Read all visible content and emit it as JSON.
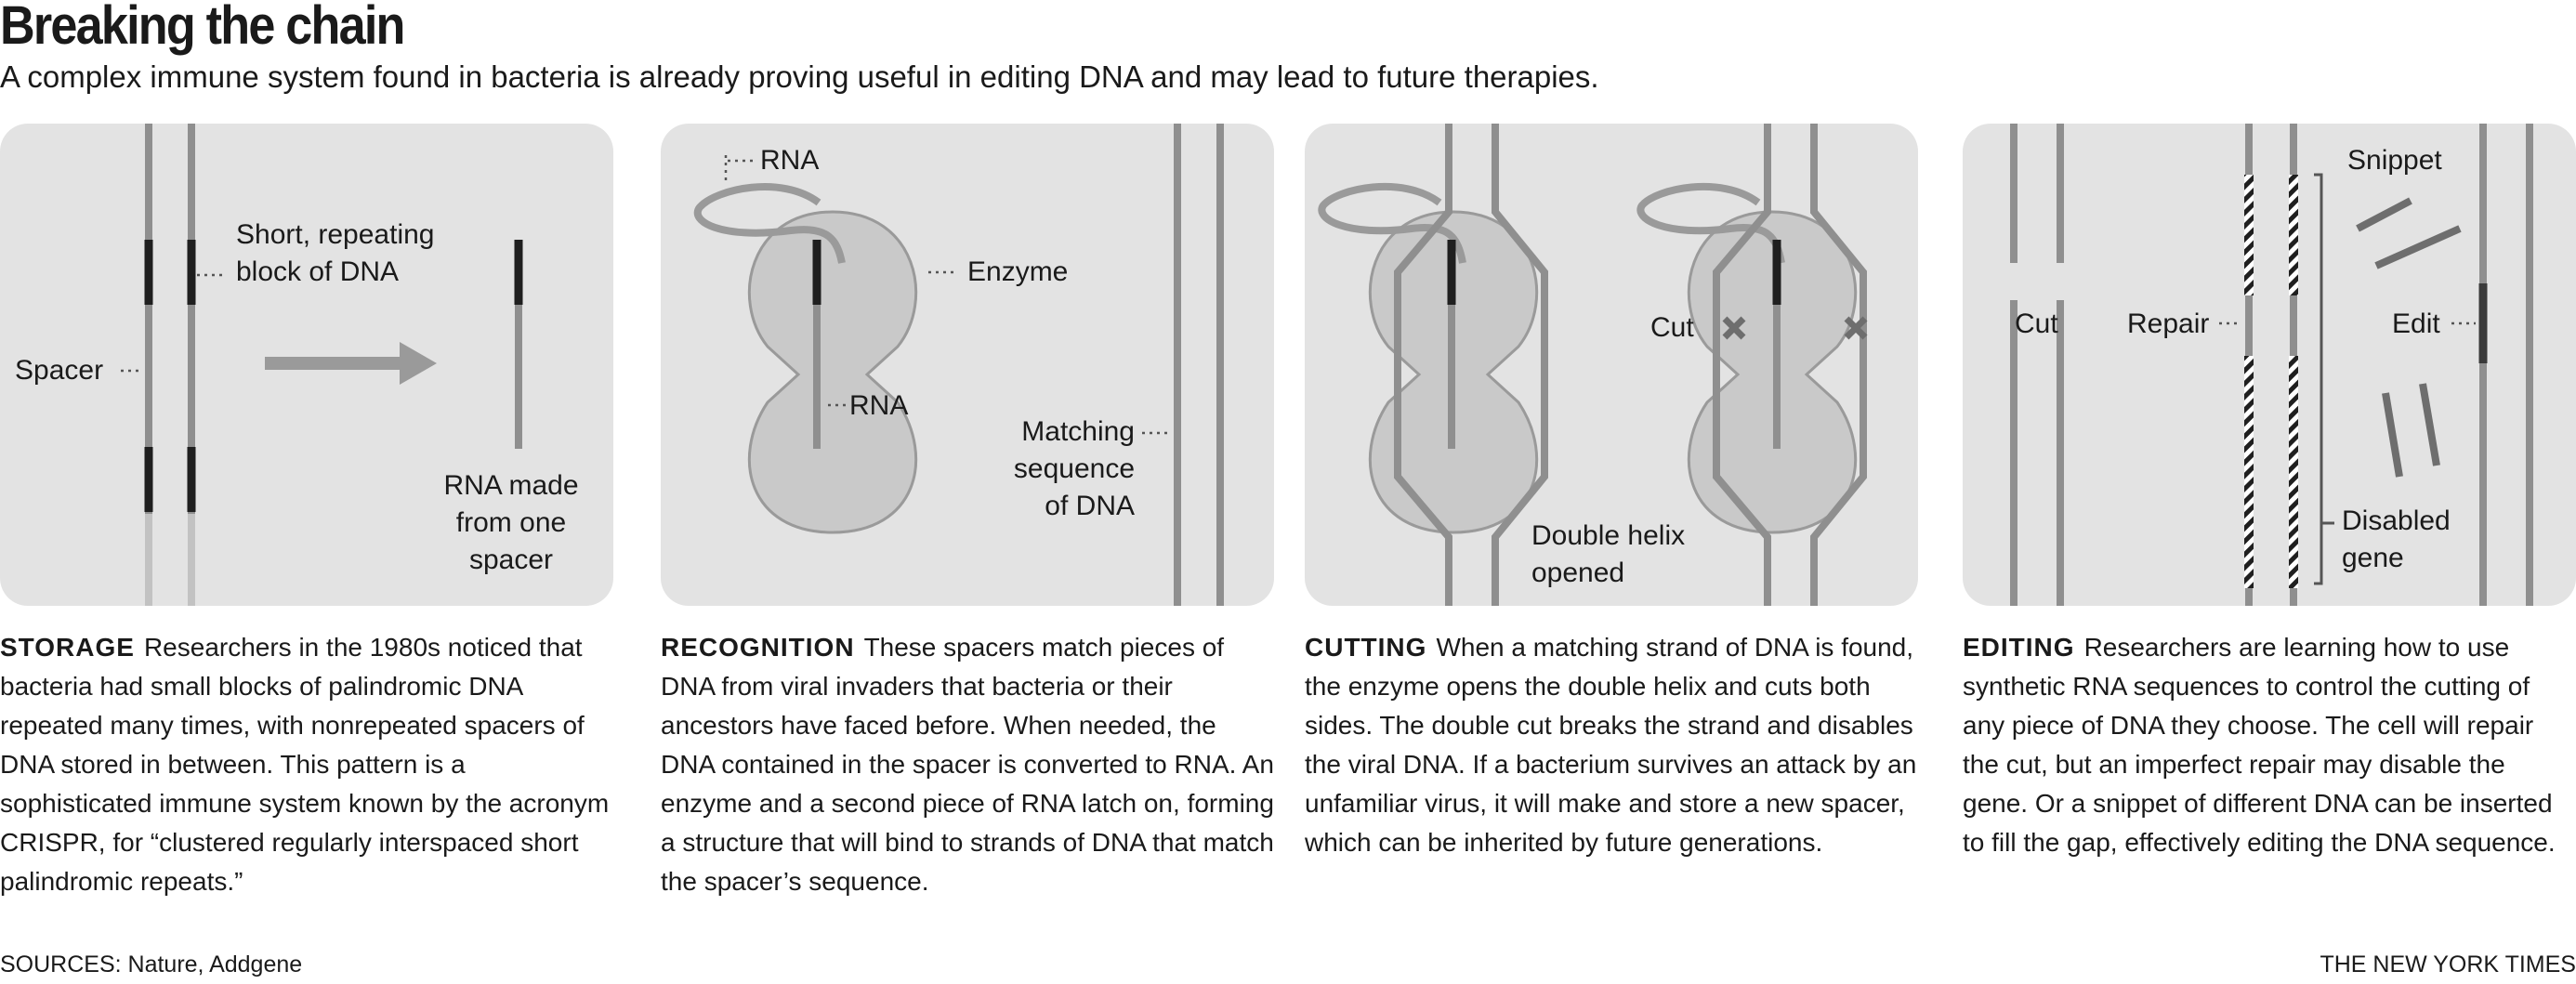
{
  "header": {
    "title": "Breaking the chain",
    "subtitle": "A complex immune system found in bacteria is already proving useful in editing DNA and may lead to future therapies."
  },
  "panels": [
    {
      "labels": {
        "block": "Short, repeating\nblock of DNA",
        "spacer": "Spacer",
        "rna": "RNA made\nfrom one\nspacer"
      },
      "caption_head": "STORAGE",
      "caption": "Researchers in the 1980s noticed that bacteria had small blocks of palindromic DNA repeated many times, with nonrepeated spacers of DNA stored in between. This pattern is a sophisticated immune system known by the acronym CRISPR, for “clustered regularly interspaced short palindromic repeats.”"
    },
    {
      "labels": {
        "rna_top": "RNA",
        "enzyme": "Enzyme",
        "rna_mid": "RNA",
        "matching": "Matching\nsequence\nof DNA"
      },
      "caption_head": "RECOGNITION",
      "caption": "These spacers match pieces of DNA from viral invaders that bacteria or their ancestors have faced before. When needed, the DNA contained in the spacer is converted to RNA. An enzyme and a second piece of RNA latch on, forming a structure that will bind to strands of DNA that match the spacer’s sequence."
    },
    {
      "labels": {
        "cut": "Cut",
        "helix": "Double helix\nopened"
      },
      "caption_head": "CUTTING",
      "caption": "When a matching strand of DNA is found, the enzyme opens the double helix and cuts both sides. The double cut breaks the strand and disables the viral DNA. If a bacterium survives an attack by an unfamiliar virus, it will make and store a new spacer, which can be inherited by future generations."
    },
    {
      "labels": {
        "cut": "Cut",
        "repair": "Repair",
        "snippet": "Snippet",
        "edit": "Edit",
        "disabled": "Disabled\ngene"
      },
      "caption_head": "EDITING",
      "caption": "Researchers are learning how to use synthetic RNA sequences to control the cutting of any piece of DNA they choose. The cell will repair the cut, but an imperfect repair may disable the gene. Or a snippet of different DNA can be inserted to fill the gap, effectively editing the DNA sequence."
    }
  ],
  "footer": {
    "sources": "SOURCES: Nature, Addgene",
    "credit": "THE NEW YORK TIMES"
  },
  "colors": {
    "panel_bg": "#e3e3e3",
    "strand": "#8f8f8f",
    "spacer": "#1f1f1f",
    "enzyme": "#c9c9c9",
    "arrow": "#9a9a9a"
  }
}
